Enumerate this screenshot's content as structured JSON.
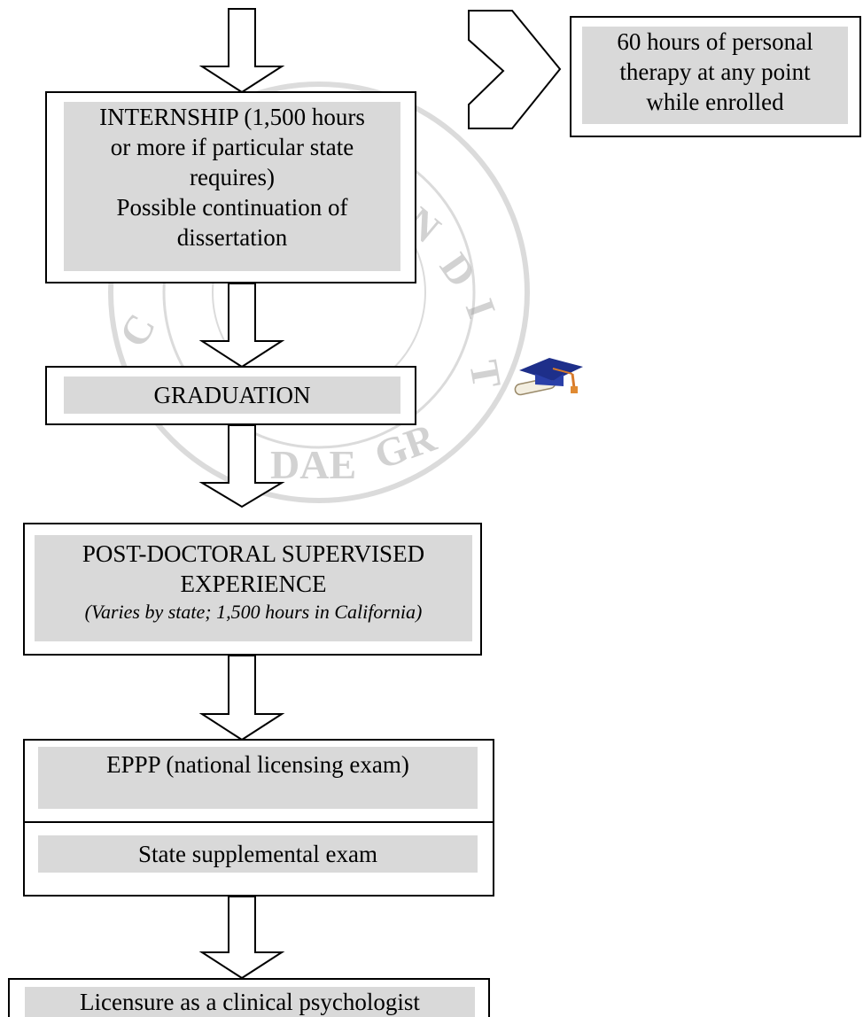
{
  "flow": {
    "internship": {
      "lines": [
        "INTERNSHIP (1,500 hours",
        "or more if particular state",
        "requires)",
        "Possible continuation of",
        "dissertation"
      ]
    },
    "therapy": {
      "lines": [
        "60 hours of personal",
        "therapy at any point",
        "while enrolled"
      ]
    },
    "graduation": {
      "label": "GRADUATION"
    },
    "postdoc": {
      "lines": [
        "POST-DOCTORAL SUPERVISED",
        "EXPERIENCE"
      ],
      "note": "(Varies by state; 1,500 hours in California)"
    },
    "eppp": {
      "label": "EPPP (national licensing exam)"
    },
    "state_exam": {
      "label": "State supplemental exam"
    },
    "licensure": {
      "label": "Licensure as a clinical psychologist"
    }
  },
  "watermark": {
    "text_lines": [
      "MUNDI",
      "CONCORDIAE",
      "GRATIA"
    ],
    "color": "#bdbdbd"
  },
  "icons": {
    "graduation": "graduation-cap-diploma-icon"
  }
}
